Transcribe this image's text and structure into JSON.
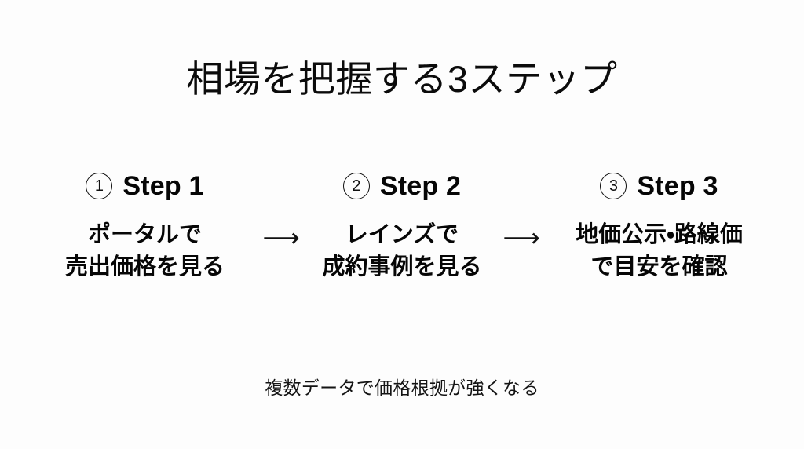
{
  "slide": {
    "background_color": "#fdfdfd",
    "text_color": "#0b0b0b",
    "title": "相場を把握する3ステップ",
    "footnote": "複数データで価格根拠が強くなる"
  },
  "steps": [
    {
      "badge": "1",
      "label": "Step 1",
      "desc_line1": "ポータルで",
      "desc_line2": "売出価格を見る"
    },
    {
      "badge": "2",
      "label": "Step 2",
      "desc_line1": "レインズで",
      "desc_line2": "成約事例を見る"
    },
    {
      "badge": "3",
      "label": "Step 3",
      "desc_line1": "地価公示・路線価",
      "desc_line2": "で目安を確認"
    }
  ],
  "connectors": [
    {
      "glyph": "⟶"
    },
    {
      "glyph": "⟶"
    }
  ]
}
